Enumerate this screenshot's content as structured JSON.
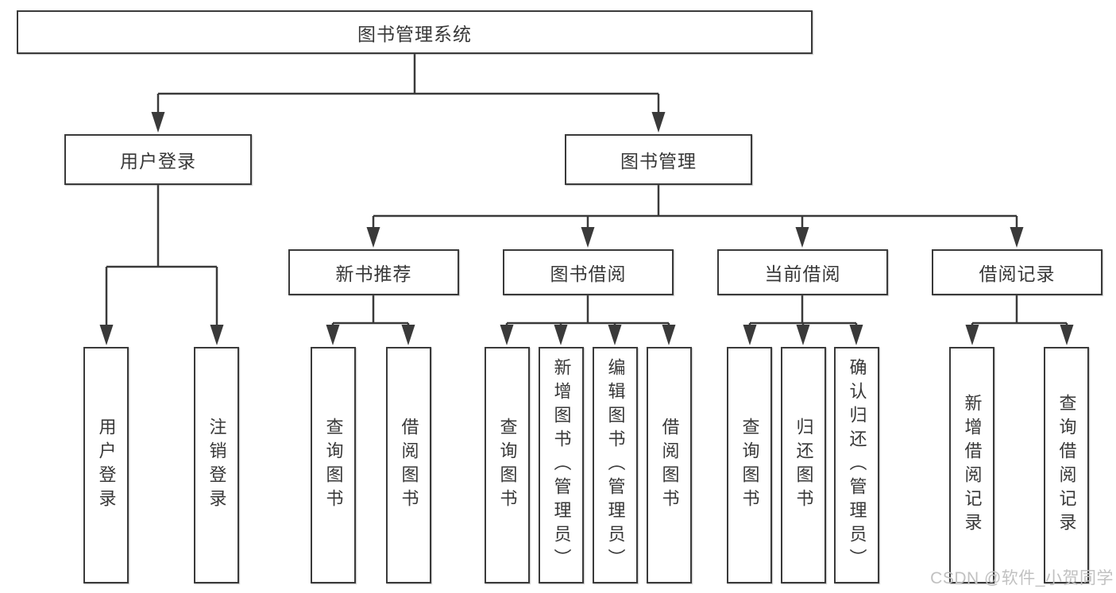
{
  "title": "图书管理系统",
  "watermark": "CSDN @软件_小贺同学",
  "colors": {
    "line": "#3a3a3a",
    "text": "#383838",
    "watermark": "#c1c1c1",
    "bg": "#ffffff"
  },
  "nodes": {
    "root": "图书管理系统",
    "level1": [
      "用户登录",
      "图书管理"
    ],
    "level2": [
      "新书推荐",
      "图书借阅",
      "当前借阅",
      "借阅记录"
    ],
    "leaves": {
      "user_login": [
        "用户登录",
        "注销登录"
      ],
      "new_book": [
        "查询图书",
        "借阅图书"
      ],
      "book_borrow": [
        "查询图书",
        "新增图书（管理员）",
        "编辑图书（管理员）",
        "借阅图书"
      ],
      "current_borrow": [
        "查询图书",
        "归还图书",
        "确认归还（管理员）"
      ],
      "borrow_records": [
        "新增借阅记录",
        "查询借阅记录"
      ]
    }
  },
  "edges": [
    {
      "from": "图书管理系统",
      "to": "用户登录"
    },
    {
      "from": "图书管理系统",
      "to": "图书管理"
    },
    {
      "from": "用户登录",
      "to": "用户登录"
    },
    {
      "from": "用户登录",
      "to": "注销登录"
    },
    {
      "from": "图书管理",
      "to": "新书推荐"
    },
    {
      "from": "图书管理",
      "to": "图书借阅"
    },
    {
      "from": "图书管理",
      "to": "当前借阅"
    },
    {
      "from": "图书管理",
      "to": "借阅记录"
    },
    {
      "from": "新书推荐",
      "to": "查询图书"
    },
    {
      "from": "新书推荐",
      "to": "借阅图书"
    },
    {
      "from": "图书借阅",
      "to": "查询图书"
    },
    {
      "from": "图书借阅",
      "to": "新增图书（管理员）"
    },
    {
      "from": "图书借阅",
      "to": "编辑图书（管理员）"
    },
    {
      "from": "图书借阅",
      "to": "借阅图书"
    },
    {
      "from": "当前借阅",
      "to": "查询图书"
    },
    {
      "from": "当前借阅",
      "to": "归还图书"
    },
    {
      "from": "当前借阅",
      "to": "确认归还（管理员）"
    },
    {
      "from": "借阅记录",
      "to": "新增借阅记录"
    },
    {
      "from": "借阅记录",
      "to": "查询借阅记录"
    }
  ]
}
